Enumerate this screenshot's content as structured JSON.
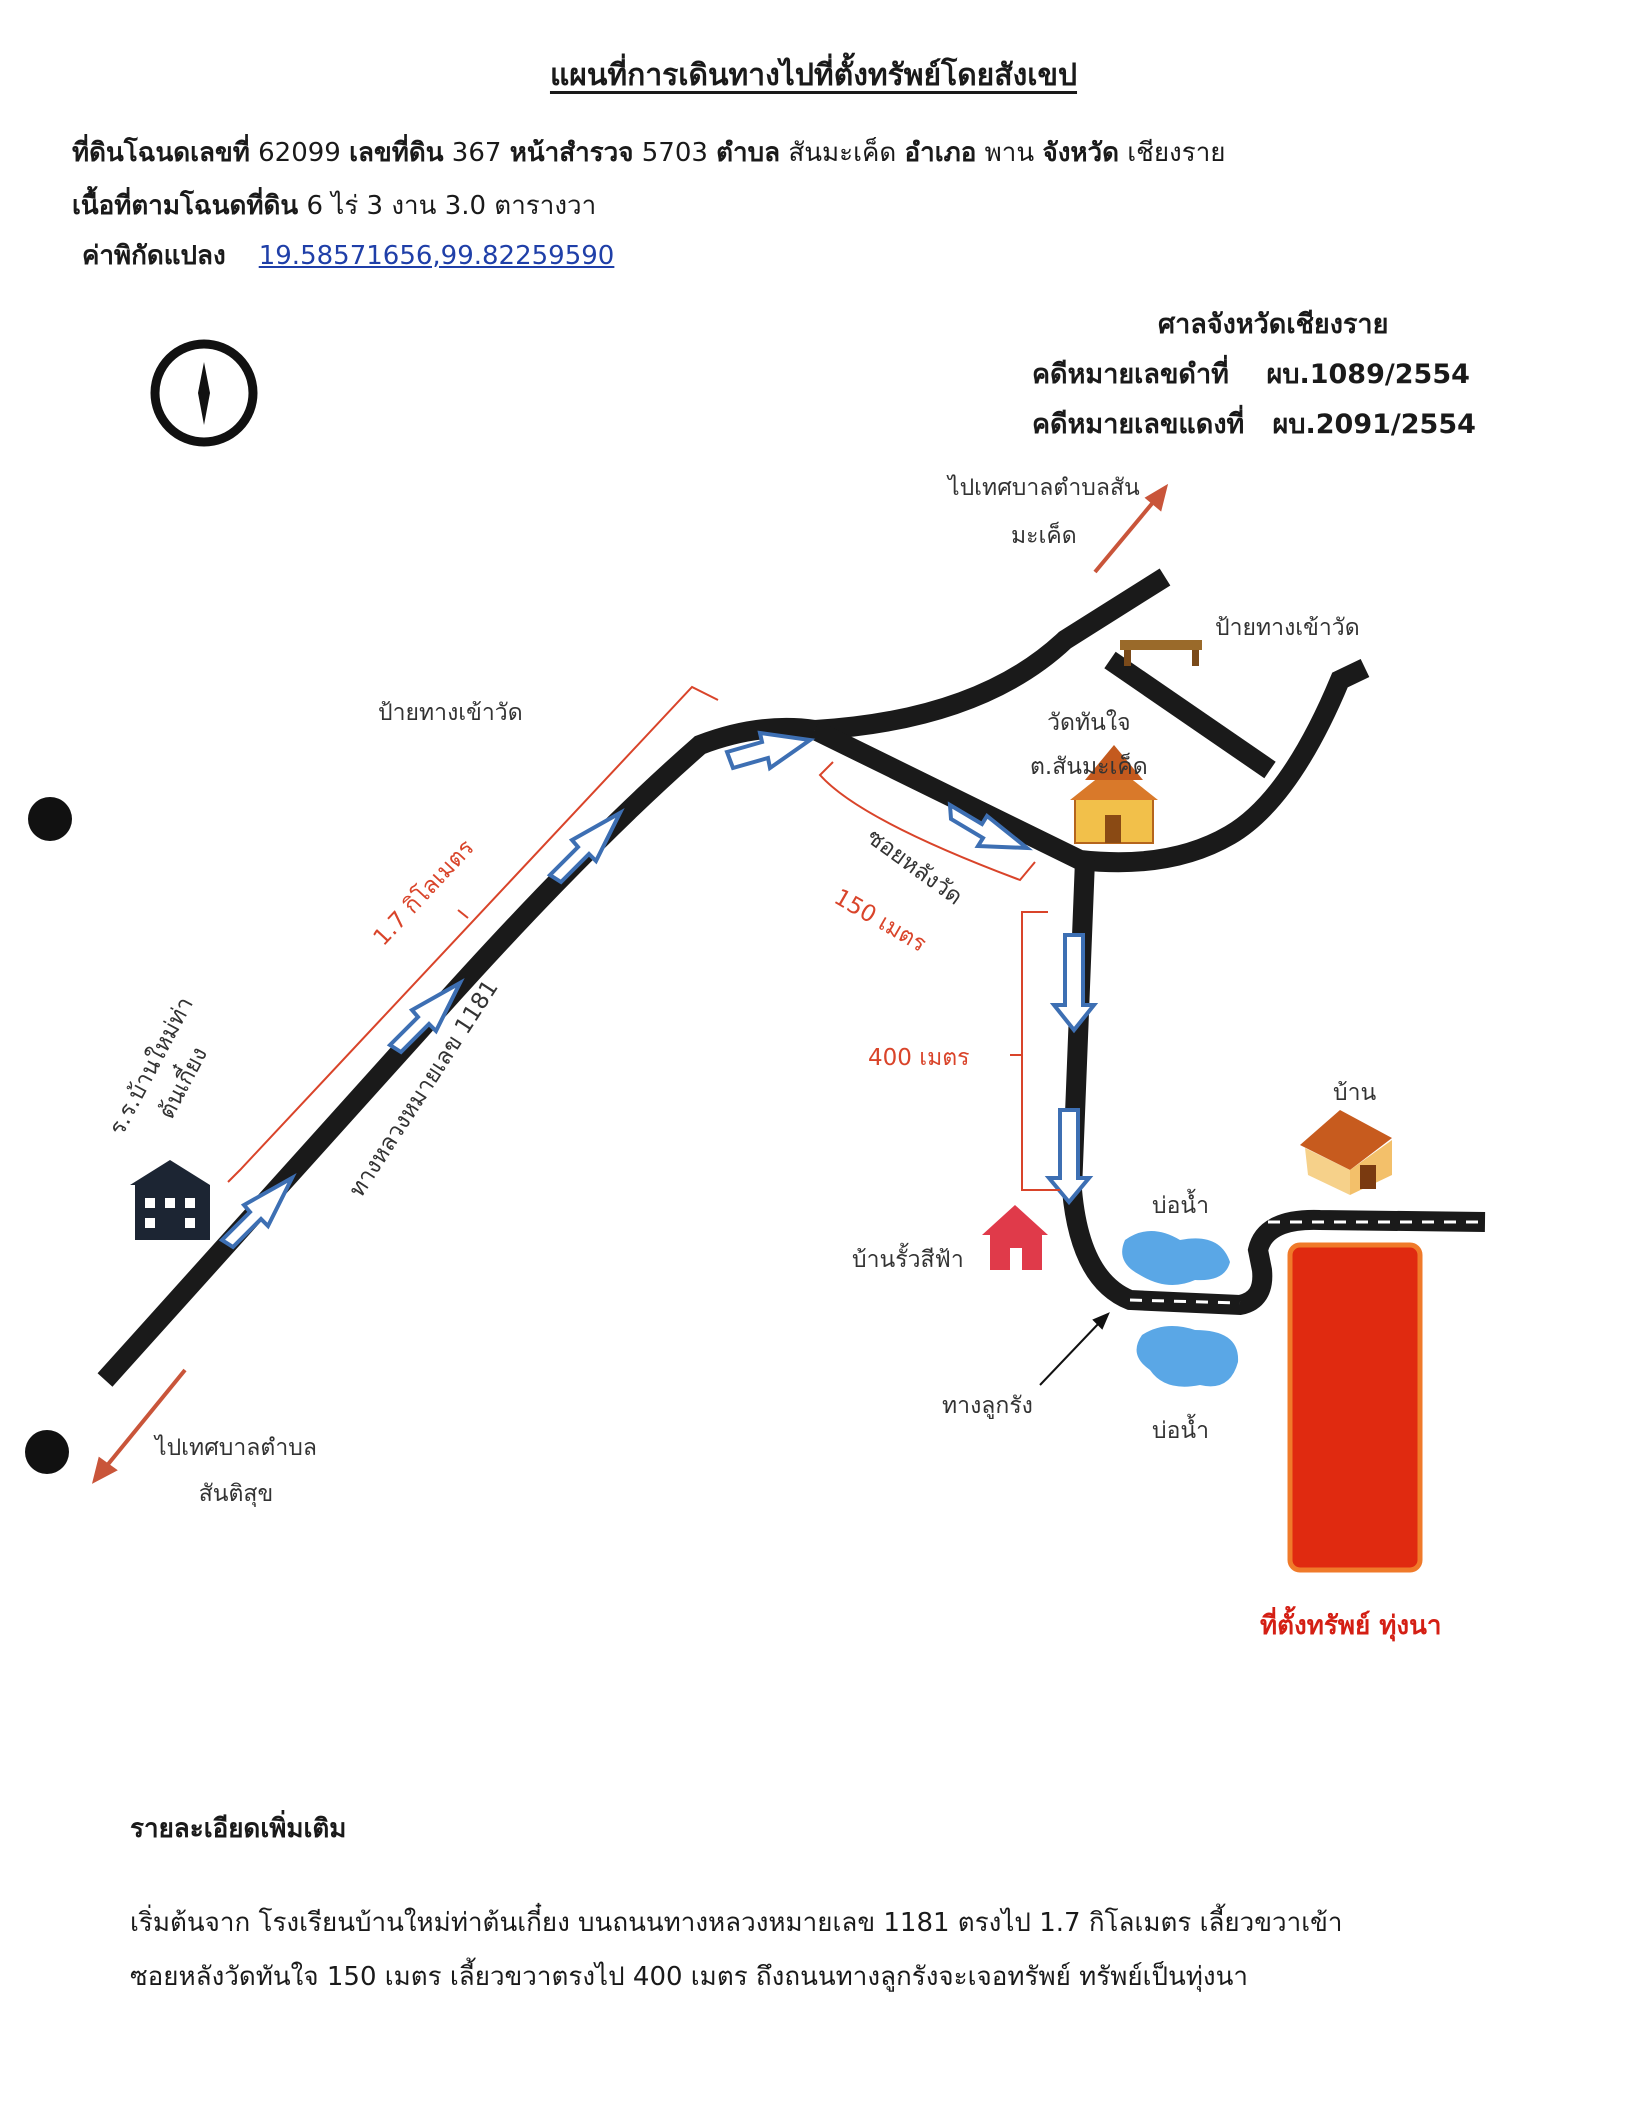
{
  "title": "แผนที่การเดินทางไปที่ตั้งทรัพย์โดยสังเขป",
  "deed": {
    "deed_label": "ที่ดินโฉนดเลขที่",
    "deed_no": "62099",
    "land_label": "เลขที่ดิน",
    "land_no": "367",
    "survey_label": "หน้าสำรวจ",
    "survey_no": "5703",
    "tambon_label": "ตำบล",
    "tambon": "สันมะเค็ด",
    "amphoe_label": "อำเภอ",
    "amphoe": "พาน",
    "province_label": "จังหวัด",
    "province": "เชียงราย"
  },
  "area": {
    "label": "เนื้อที่ตามโฉนดที่ดิน",
    "value": "6 ไร่ 3 งาน 3.0 ตารางวา"
  },
  "coords": {
    "label": "ค่าพิกัดแปลง",
    "value": "19.58571656,99.82259590"
  },
  "court": {
    "name": "ศาลจังหวัดเชียงราย",
    "black_label": "คดีหมายเลขดำที่",
    "black_no": "ผบ.1089/2554",
    "red_label": "คดีหมายเลขแดงที่",
    "red_no": "ผบ.2091/2554"
  },
  "map_labels": {
    "to_sanmaked_1": "ไปเทศบาลตำบลสัน",
    "to_sanmaked_2": "มะเค็ด",
    "temple_sign_right": "ป้ายทางเข้าวัด",
    "temple_sign_left": "ป้ายทางเข้าวัด",
    "temple_1": "วัดทันใจ",
    "temple_2": "ต.สันมะเค็ด",
    "soi": "ซอยหลังวัด",
    "dist_150": "150 เมตร",
    "dist_17": "1.7 กิโลเมตร",
    "dist_400": "400 เมตร",
    "school_1": "ร.ร.บ้านใหม่ท่า",
    "school_2": "ต้นเกี๋ยง",
    "highway": "ทางหลวงหมายเลข 1181",
    "house": "บ้าน",
    "pond_top": "บ่อน้ำ",
    "pond_bottom": "บ่อน้ำ",
    "blue_fence": "บ้านรั้วสีฟ้า",
    "gravel": "ทางลูกรัง",
    "to_santisuk_1": "ไปเทศบาลตำบล",
    "to_santisuk_2": "สันติสุข",
    "property": "ที่ตั้งทรัพย์ ทุ่งนา"
  },
  "details": {
    "heading": "รายละเอียดเพิ่มเติม",
    "line1": "เริ่มต้นจาก โรงเรียนบ้านใหม่ท่าต้นเกี๋ยง บนถนนทางหลวงหมายเลข 1181 ตรงไป 1.7 กิโลเมตร เลี้ยวขวาเข้า",
    "line2": "ซอยหลังวัดทันใจ 150 เมตร เลี้ยวขวาตรงไป 400 เมตร ถึงถนนทางลูกรังจะเจอทรัพย์ ทรัพย์เป็นทุ่งนา"
  },
  "colors": {
    "road": "#1a1a1a",
    "arrow_fill": "#ffffff",
    "arrow_stroke": "#3d6fb3",
    "dimension": "#d9442a",
    "property": "#e02a10",
    "pond": "#5aa7e6",
    "house_red": "#e03a4a"
  }
}
